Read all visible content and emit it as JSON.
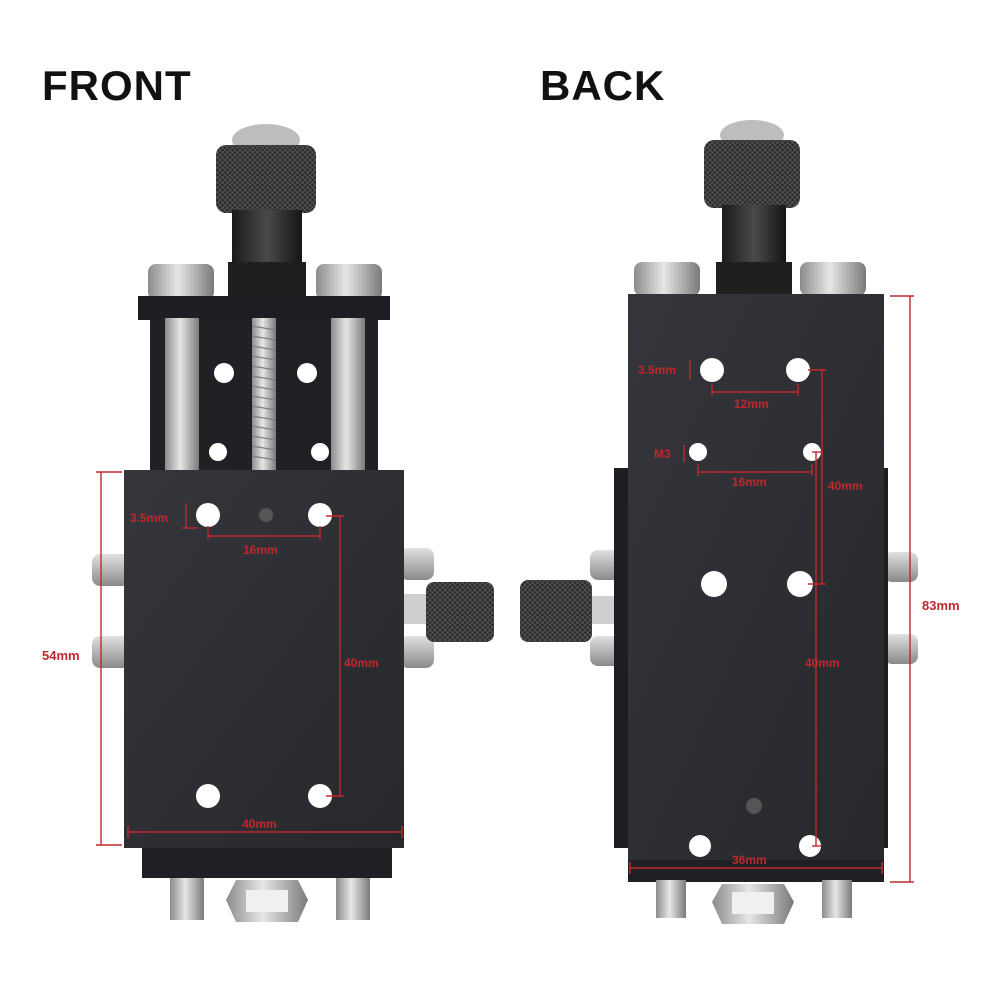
{
  "headings": {
    "front": "FRONT",
    "back": "BACK"
  },
  "colors": {
    "dimension": "#c0282d",
    "body": "#2b2d31",
    "background": "#ffffff"
  },
  "front": {
    "hole_diameter": "3.5mm",
    "top_hole_spacing": "16mm",
    "hole_vertical_spacing": "40mm",
    "height": "54mm",
    "width": "40mm"
  },
  "back": {
    "hole_diameter": "3.5mm",
    "top_hole_spacing": "12mm",
    "thread": "M3",
    "middle_hole_spacing": "16mm",
    "upper_vertical_spacing": "40mm",
    "lower_vertical_spacing": "40mm",
    "height": "83mm",
    "width": "36mm"
  }
}
